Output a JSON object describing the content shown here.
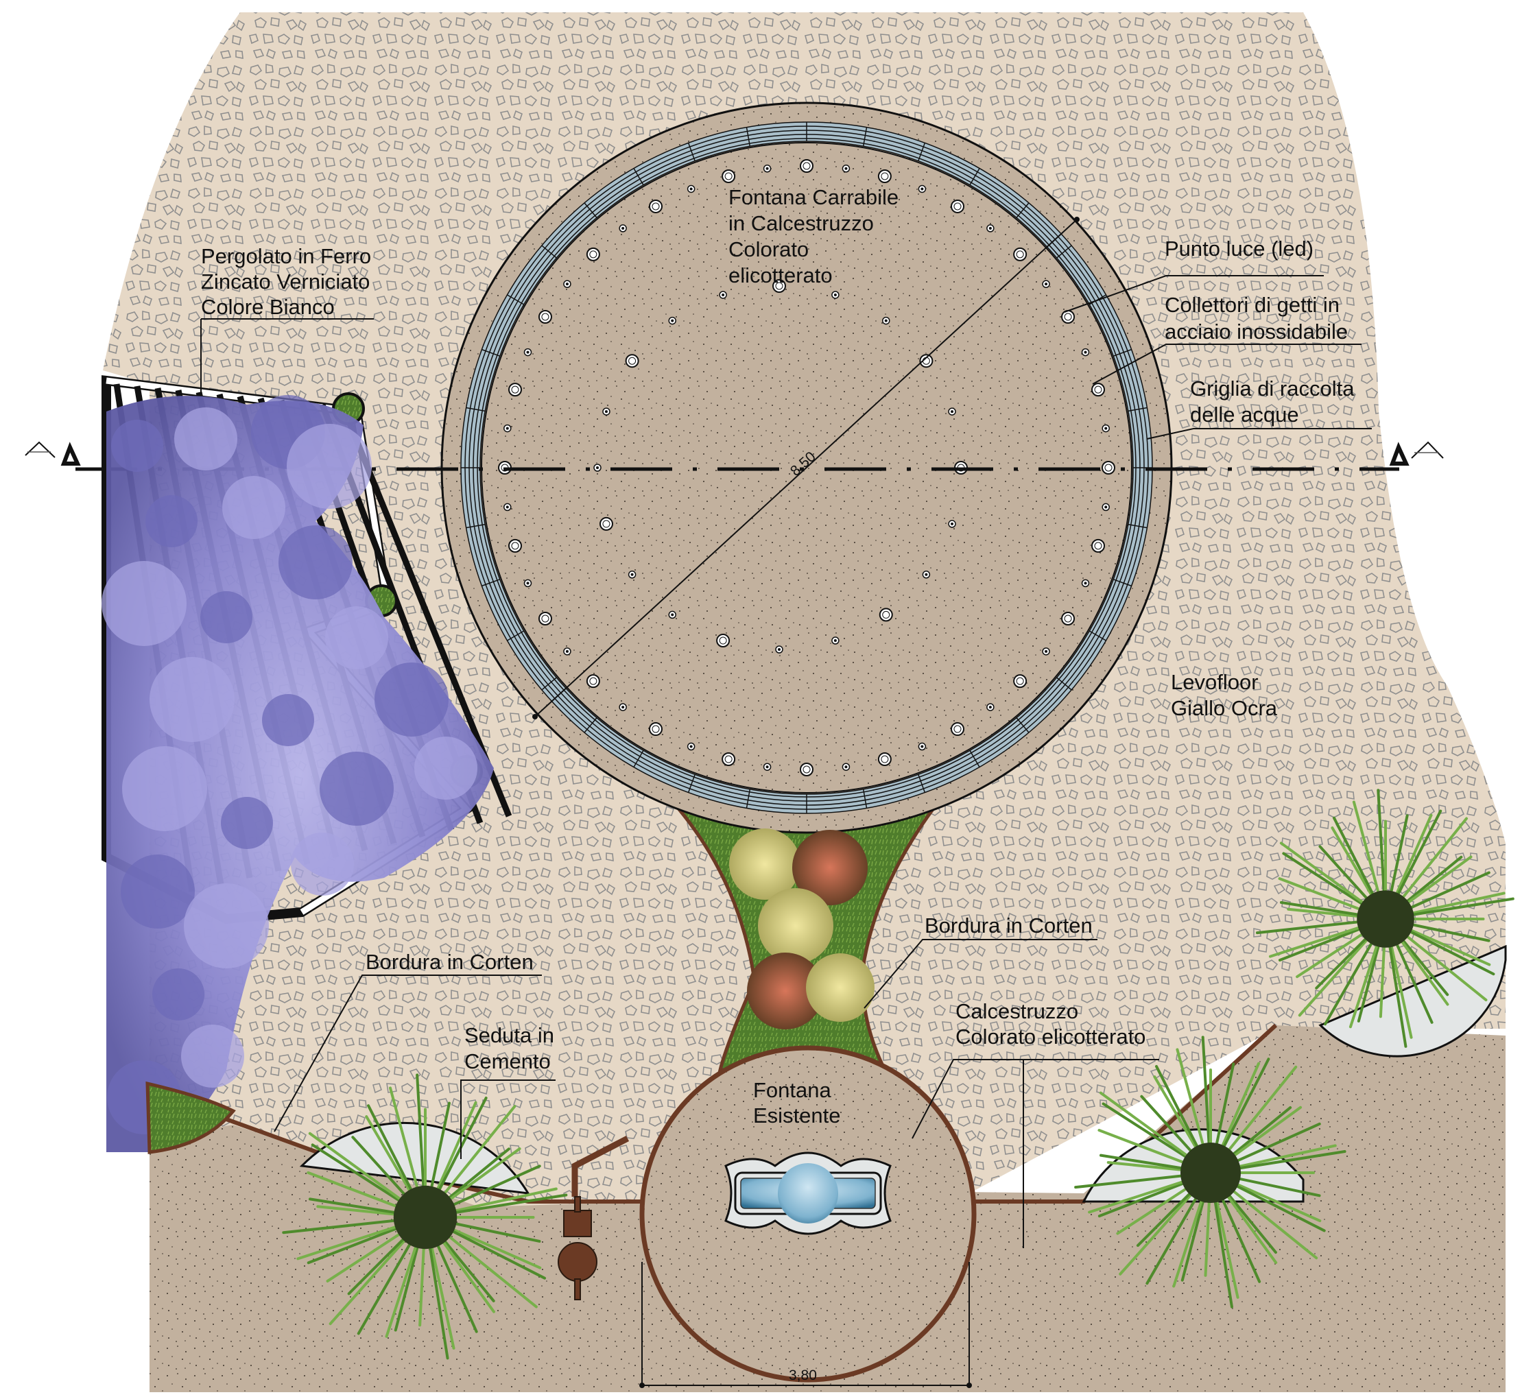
{
  "colors": {
    "background": "#ffffff",
    "levofloor": "#e6d8c6",
    "pebble_stroke": "#8e8e8e",
    "concrete": "#c2b19e",
    "grate": "#a9bfca",
    "corten": "#6b3a24",
    "lawn": "#4f7d2c",
    "wisteria": "#8a86cf",
    "palm": "#4f8b2c",
    "water": "#7fb3cf",
    "seat": "#e3e6e6"
  },
  "labels": {
    "pergola": [
      "Pergolato in Ferro",
      "Zincato Verniciato",
      "Colore Bianco"
    ],
    "fontana_carrabile": [
      "Fontana Carrabile",
      "in Calcestruzzo",
      "Colorato",
      "elicotterato"
    ],
    "punto_luce": "Punto luce (led)",
    "collettori": [
      "Collettori di getti in",
      "acciaio inossidabile"
    ],
    "griglia": [
      "Griglia di raccolta",
      "delle acque"
    ],
    "levofloor": [
      "Levofloor",
      "Giallo Ocra"
    ],
    "bordura_centro": "Bordura in Corten",
    "bordura_sinistra": "Bordura in Corten",
    "seduta": [
      "Seduta in",
      "Cemento"
    ],
    "calcestruzzo": [
      "Calcestruzzo",
      "Colorato elicotterato"
    ],
    "fontana_esistente": [
      "Fontana",
      "Esistente"
    ]
  },
  "dimensions": {
    "fountain_diameter": "8,50",
    "existing_fountain_width": "3,80"
  },
  "icons": {
    "section_marker": "section-triangle-icon",
    "led_light": "led-light-icon",
    "jet_nozzle": "jet-nozzle-icon",
    "pump": "pump-valve-icon"
  }
}
